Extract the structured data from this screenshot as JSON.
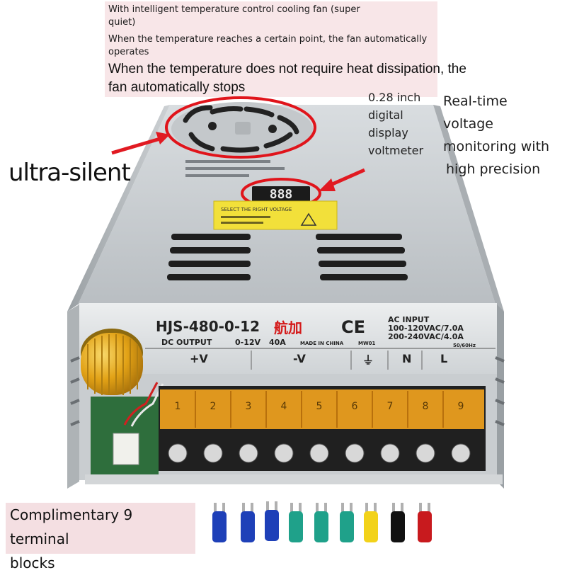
{
  "captions": {
    "fan_line1": "With intelligent temperature control cooling fan (super",
    "fan_line2": "quiet)",
    "fan_line3": "When the temperature reaches a certain point, the fan automatically",
    "fan_line4": "operates",
    "fan_line5": "When the temperature does not require heat dissipation, the",
    "fan_line6": "fan automatically stops",
    "ultra_silent": "ultra-silent",
    "voltmeter_line1": "0.28 inch",
    "voltmeter_line2": "digital",
    "voltmeter_line3": "display",
    "voltmeter_line4": "voltmeter",
    "realtime_line1": "Real-time",
    "realtime_line2": "voltage",
    "realtime_line3": "monitoring with",
    "realtime_line4": "high precision",
    "terminal_line1": "Complimentary 9 terminal",
    "terminal_line2": "blocks"
  },
  "device": {
    "model": "HJS-480-0-12",
    "brand_mark": "航加",
    "ce_mark": "CE",
    "ac_input_title": "AC INPUT",
    "ac_input_1": "100-120VAC/7.0A",
    "ac_input_2": "200-240VAC/4.0A",
    "frequency": "50/60Hz",
    "dc_output_label": "DC OUTPUT",
    "dc_output_range": "0-12V",
    "dc_output_current": "40A",
    "made_in": "MADE IN CHINA",
    "mw_code": "MW01",
    "terminal_plus": "+V",
    "terminal_minus": "-V",
    "terminal_ground": "⏚",
    "terminal_n": "N",
    "terminal_l": "L",
    "display_value": "888",
    "warning_text": "SELECT THE RIGHT VOLTAGE",
    "terminal_numbers": [
      "1",
      "2",
      "3",
      "4",
      "5",
      "6",
      "7",
      "8",
      "9"
    ]
  },
  "colors": {
    "highlight_circle": "#e0141b",
    "arrow": "#e11a22",
    "caption_bg": "#f7e3e6",
    "terminal_cover": "#f0a21e",
    "knob": "#e2a216",
    "lug_colors": [
      "#1e40b8",
      "#1e40b8",
      "#1e40b8",
      "#1fa18a",
      "#1fa18a",
      "#1fa18a",
      "#f2d21a",
      "#111111",
      "#c81a1e"
    ]
  }
}
